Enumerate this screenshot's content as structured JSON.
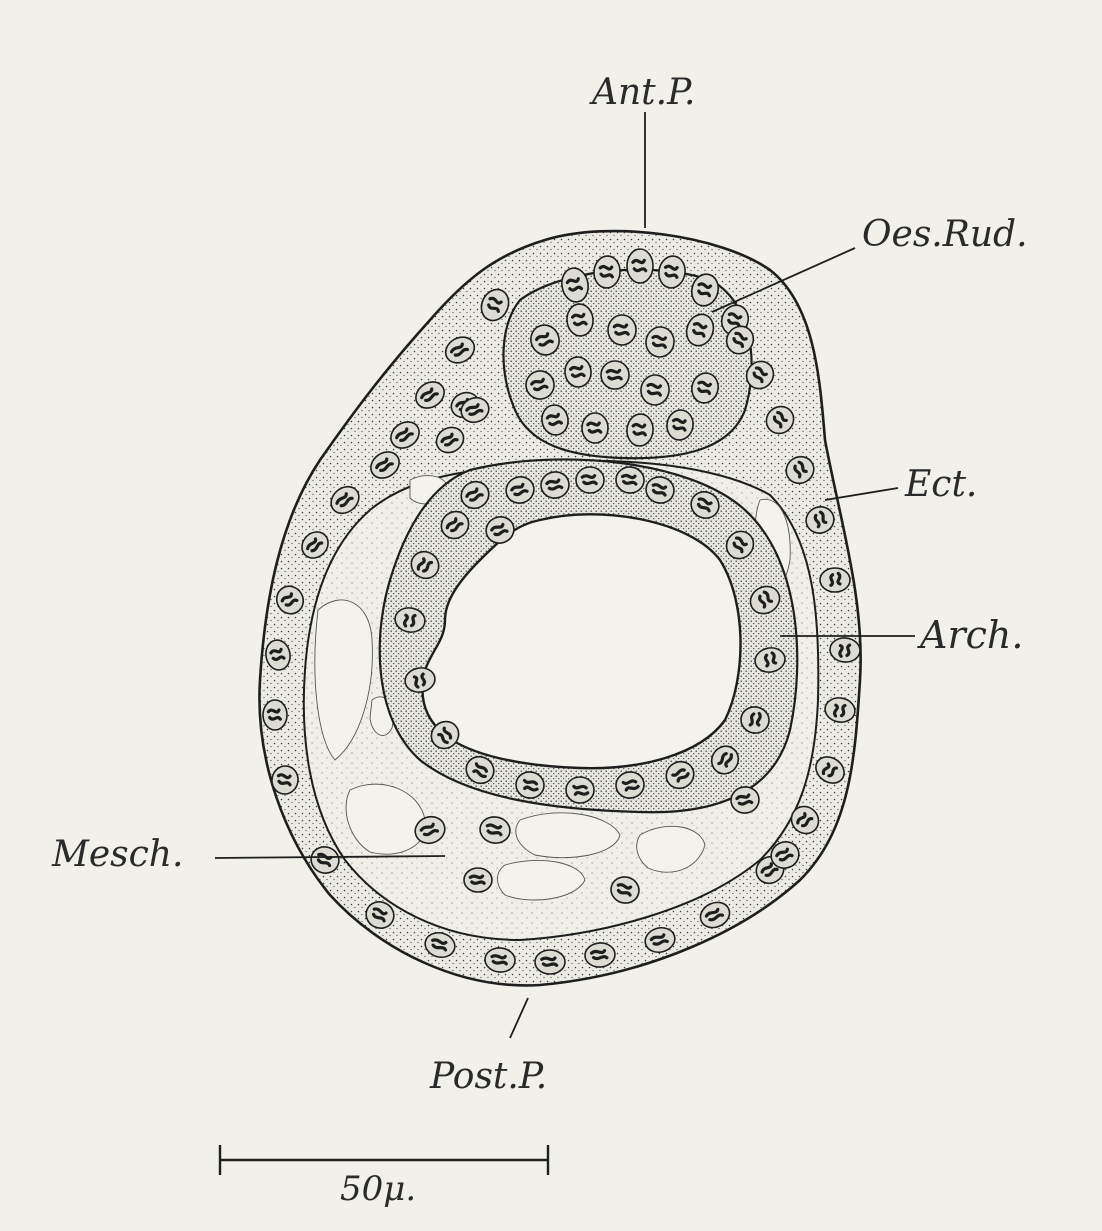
{
  "figure": {
    "labels": {
      "ant_p": "Ant.P.",
      "oes_rud": "Oes.Rud.",
      "ect": "Ect.",
      "arch": "Arch.",
      "mesch": "Mesch.",
      "post_p": "Post.P."
    },
    "scale_bar": {
      "label": "50μ."
    },
    "colors": {
      "paper": "#f1f0ea",
      "ink": "#1e1e1e",
      "tissue": "#e6e5df"
    }
  }
}
